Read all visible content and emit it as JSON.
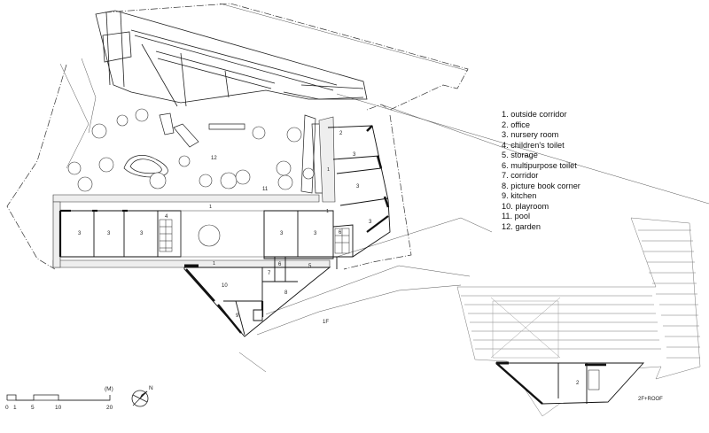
{
  "legend": {
    "items": [
      "1. outside corridor",
      "2. office",
      "3. nursery room",
      "4. children's toilet",
      "5. storage",
      "6. multipurpose toilet",
      "7. corridor",
      "8. picture book corner",
      "9. kitchen",
      "10. playroom",
      "11. pool",
      "12. garden"
    ]
  },
  "floor_labels": {
    "first": "1F",
    "second": "2F+ROOF"
  },
  "room_numbers": {
    "r1a": "1",
    "r1b": "1",
    "r1c": "1",
    "r1d": "1",
    "r2": "2",
    "r2b": "2",
    "r3a": "3",
    "r3b": "3",
    "r3c": "3",
    "r3d": "3",
    "r3e": "3",
    "r3f": "3",
    "r3g": "3",
    "r3h": "3",
    "r4": "4",
    "r5": "5",
    "r6a": "6",
    "r6b": "6",
    "r7": "7",
    "r8": "8",
    "r9": "9",
    "r10": "10",
    "r11": "11",
    "r12": "12"
  },
  "scale": {
    "t0": "0",
    "t1": "1",
    "t5": "5",
    "t10": "10",
    "t20": "20",
    "unit": "(M)"
  },
  "north": {
    "label": "N"
  }
}
